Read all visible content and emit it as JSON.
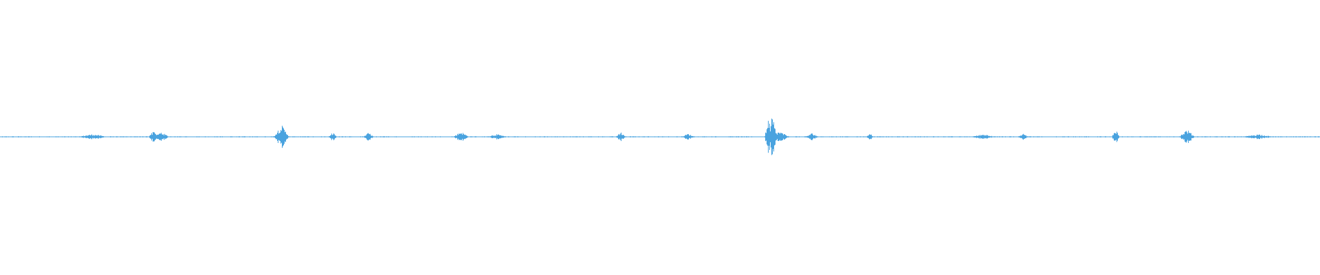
{
  "waveform": {
    "color": "#4aa3df",
    "duration_fraction_bursts": [
      {
        "at": 0.07,
        "amp": 0.1,
        "width": 0.012
      },
      {
        "at": 0.116,
        "amp": 0.22,
        "width": 0.004
      },
      {
        "at": 0.122,
        "amp": 0.18,
        "width": 0.006
      },
      {
        "at": 0.213,
        "amp": 0.45,
        "width": 0.006
      },
      {
        "at": 0.252,
        "amp": 0.18,
        "width": 0.003
      },
      {
        "at": 0.279,
        "amp": 0.16,
        "width": 0.004
      },
      {
        "at": 0.349,
        "amp": 0.2,
        "width": 0.006
      },
      {
        "at": 0.376,
        "amp": 0.1,
        "width": 0.008
      },
      {
        "at": 0.47,
        "amp": 0.18,
        "width": 0.004
      },
      {
        "at": 0.521,
        "amp": 0.12,
        "width": 0.005
      },
      {
        "at": 0.582,
        "amp": 0.7,
        "width": 0.003
      },
      {
        "at": 0.585,
        "amp": 0.95,
        "width": 0.003
      },
      {
        "at": 0.59,
        "amp": 0.2,
        "width": 0.008
      },
      {
        "at": 0.615,
        "amp": 0.14,
        "width": 0.005
      },
      {
        "at": 0.659,
        "amp": 0.12,
        "width": 0.003
      },
      {
        "at": 0.745,
        "amp": 0.1,
        "width": 0.01
      },
      {
        "at": 0.775,
        "amp": 0.12,
        "width": 0.004
      },
      {
        "at": 0.845,
        "amp": 0.3,
        "width": 0.003
      },
      {
        "at": 0.899,
        "amp": 0.28,
        "width": 0.006
      },
      {
        "at": 0.953,
        "amp": 0.1,
        "width": 0.012
      }
    ],
    "baseline_noise": 0.02
  }
}
